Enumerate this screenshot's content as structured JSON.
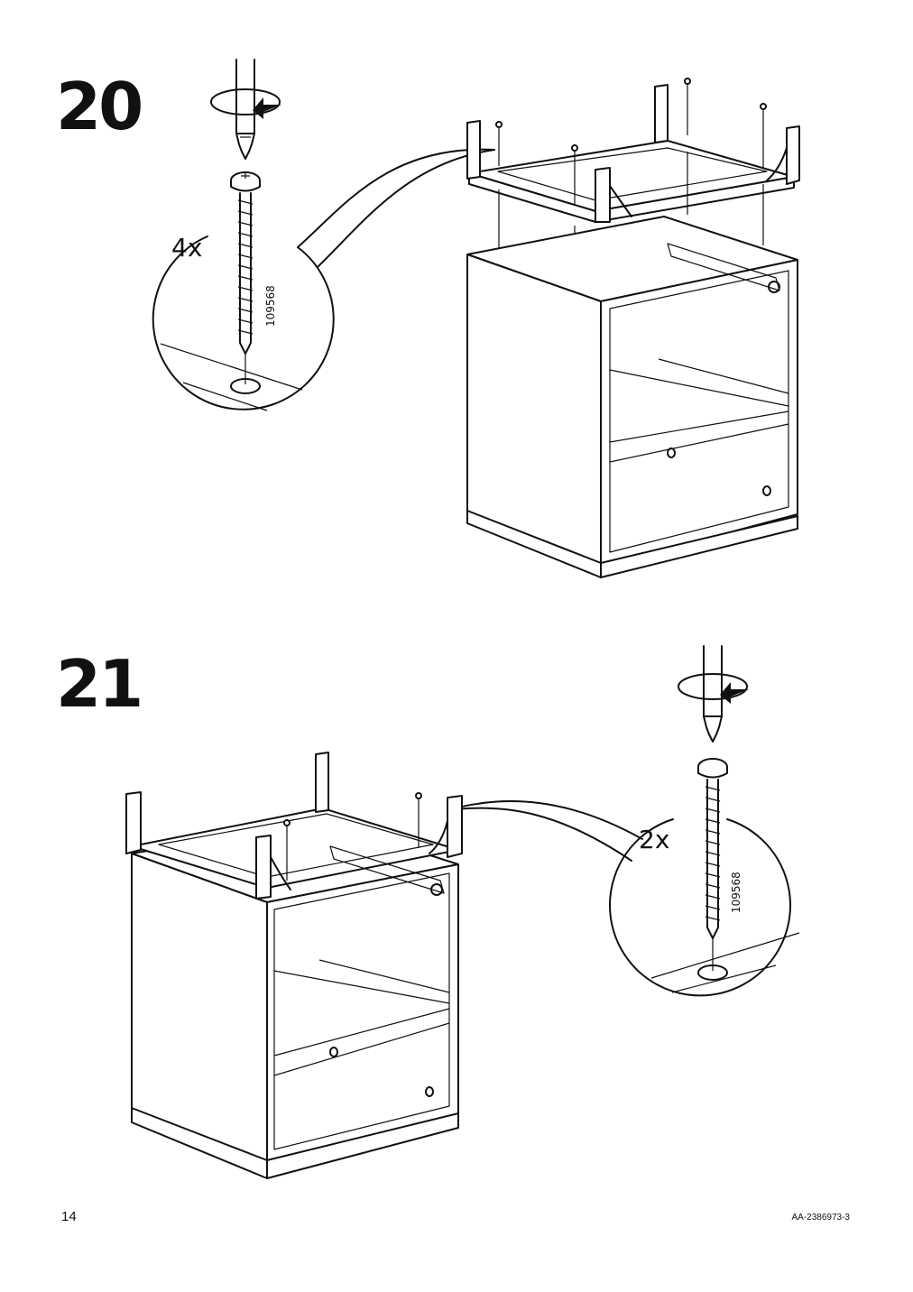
{
  "steps": [
    {
      "number": "20",
      "quantity": "4x",
      "part_number": "109568"
    },
    {
      "number": "21",
      "quantity": "2x",
      "part_number": "109568"
    }
  ],
  "footer": {
    "page_number": "14",
    "document_code": "AA-2386973-3"
  },
  "icons": [
    "screwdriver-icon",
    "rotation-arrow-icon",
    "screw-icon"
  ],
  "colors": {
    "line": "#111111",
    "background": "#ffffff"
  }
}
